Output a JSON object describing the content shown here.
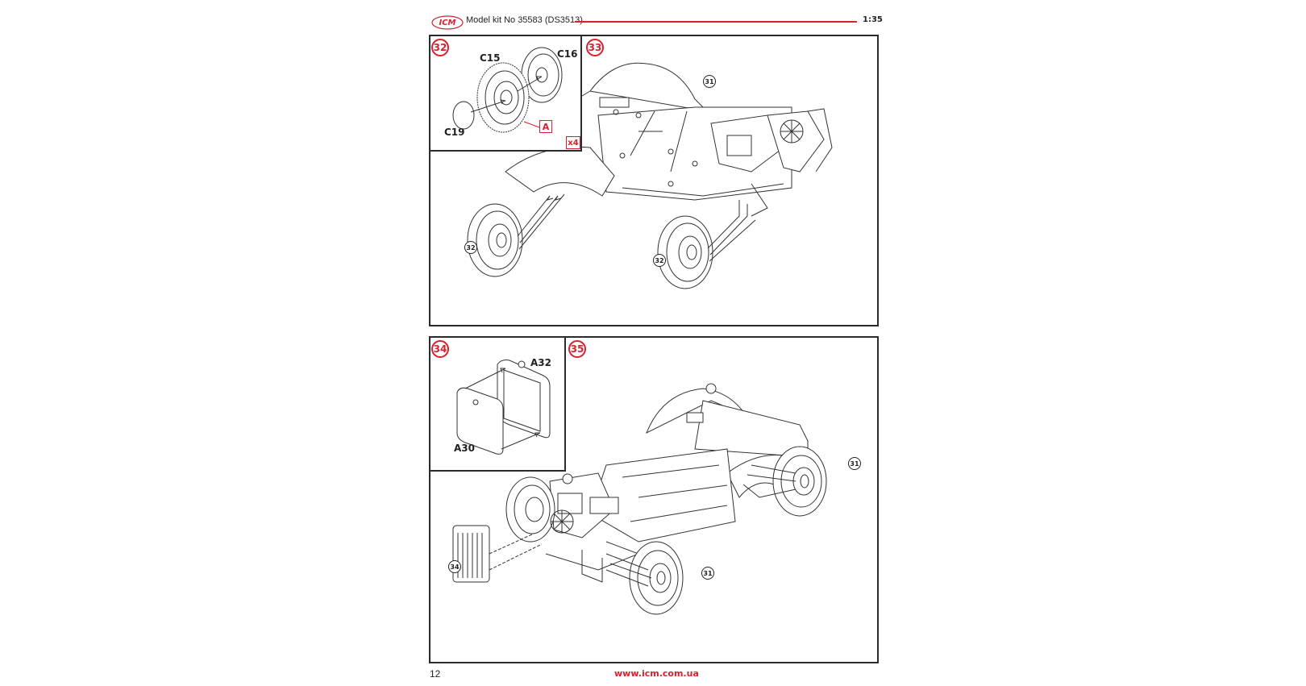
{
  "header": {
    "logo_text": "ICM",
    "title": "Model kit No 35583 (DS3513)",
    "scale": "1:35"
  },
  "steps": [
    {
      "number": "32",
      "parts": [
        "C15",
        "C16",
        "C19"
      ],
      "marker": "A",
      "quantity": "x4"
    },
    {
      "number": "33",
      "callouts": [
        "31",
        "32",
        "32"
      ]
    },
    {
      "number": "34",
      "parts": [
        "A32",
        "A30"
      ]
    },
    {
      "number": "35",
      "callouts": [
        "31",
        "31",
        "34"
      ]
    }
  ],
  "footer": {
    "page_number": "12",
    "url": "www.icm.com.ua"
  },
  "colors": {
    "accent": "#d9202d",
    "line": "#2b2b2b"
  }
}
